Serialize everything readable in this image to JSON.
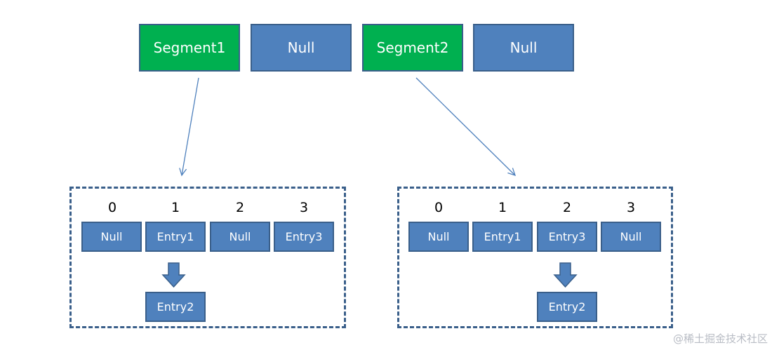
{
  "colors": {
    "segment_green": "#00b050",
    "slot_blue": "#4f81bd",
    "border": "#3a5f8a",
    "arrow_line": "#4f81bd"
  },
  "segments": [
    {
      "label": "Segment1",
      "kind": "segment"
    },
    {
      "label": "Null",
      "kind": "null"
    },
    {
      "label": "Segment2",
      "kind": "segment"
    },
    {
      "label": "Null",
      "kind": "null"
    }
  ],
  "tables": [
    {
      "indices": [
        "0",
        "1",
        "2",
        "3"
      ],
      "cells": [
        "Null",
        "Entry1",
        "Null",
        "Entry3"
      ],
      "chain": {
        "from_index": 1,
        "label": "Entry2"
      }
    },
    {
      "indices": [
        "0",
        "1",
        "2",
        "3"
      ],
      "cells": [
        "Null",
        "Entry1",
        "Entry3",
        "Null"
      ],
      "chain": {
        "from_index": 2,
        "label": "Entry2"
      }
    }
  ],
  "watermark": "@稀土掘金技术社区"
}
